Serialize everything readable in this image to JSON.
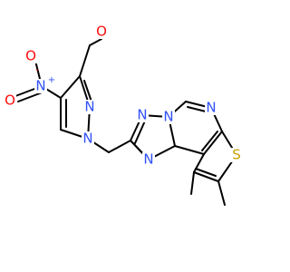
{
  "molecule": {
    "atoms": [
      {
        "key": "o_methoxy",
        "label": "O",
        "color": "#ff0d0d"
      },
      {
        "key": "o_nitro_minus",
        "label": "O",
        "color": "#ff0d0d"
      },
      {
        "key": "o_nitro_double",
        "label": "O",
        "color": "#ff0d0d"
      },
      {
        "key": "n_nitro",
        "label": "N",
        "color": "#3050f8"
      },
      {
        "key": "n_pyrazole_2",
        "label": "N",
        "color": "#3050f8"
      },
      {
        "key": "n_pyrazole_1",
        "label": "N",
        "color": "#3050f8"
      },
      {
        "key": "n_triazole_top",
        "label": "N",
        "color": "#3050f8"
      },
      {
        "key": "n_triazole_bridge",
        "label": "N",
        "color": "#3050f8"
      },
      {
        "key": "n_pyrimidine",
        "label": "N",
        "color": "#3050f8"
      },
      {
        "key": "n_triazole_bottom",
        "label": "N",
        "color": "#3050f8"
      },
      {
        "key": "s_thiophene",
        "label": "S",
        "color": "#c8a000"
      }
    ],
    "charges": [
      {
        "key": "plus_nitro",
        "label": "+",
        "color": "#3050f8"
      },
      {
        "key": "minus_oxygen",
        "label": "-",
        "color": "#ff0d0d"
      }
    ]
  }
}
